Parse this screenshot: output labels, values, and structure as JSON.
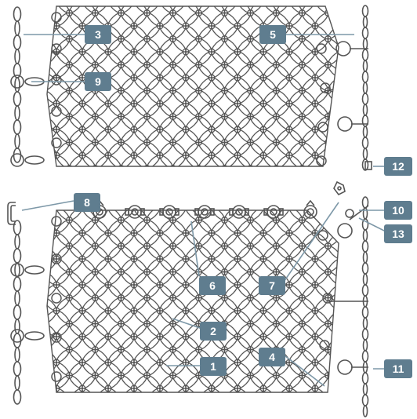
{
  "diagram": {
    "colors": {
      "chain_stroke": "#555555",
      "callout_fill": "#5f7d8f",
      "callout_text": "#ffffff",
      "leader": "#7d98a8"
    },
    "callouts": [
      {
        "id": "c1",
        "label": "1"
      },
      {
        "id": "c2",
        "label": "2"
      },
      {
        "id": "c3",
        "label": "3"
      },
      {
        "id": "c4",
        "label": "4"
      },
      {
        "id": "c5",
        "label": "5"
      },
      {
        "id": "c6",
        "label": "6"
      },
      {
        "id": "c7",
        "label": "7"
      },
      {
        "id": "c8",
        "label": "8"
      },
      {
        "id": "c9",
        "label": "9"
      },
      {
        "id": "c10",
        "label": "10"
      },
      {
        "id": "c11",
        "label": "11"
      },
      {
        "id": "c12",
        "label": "12"
      },
      {
        "id": "c13",
        "label": "13"
      }
    ]
  }
}
